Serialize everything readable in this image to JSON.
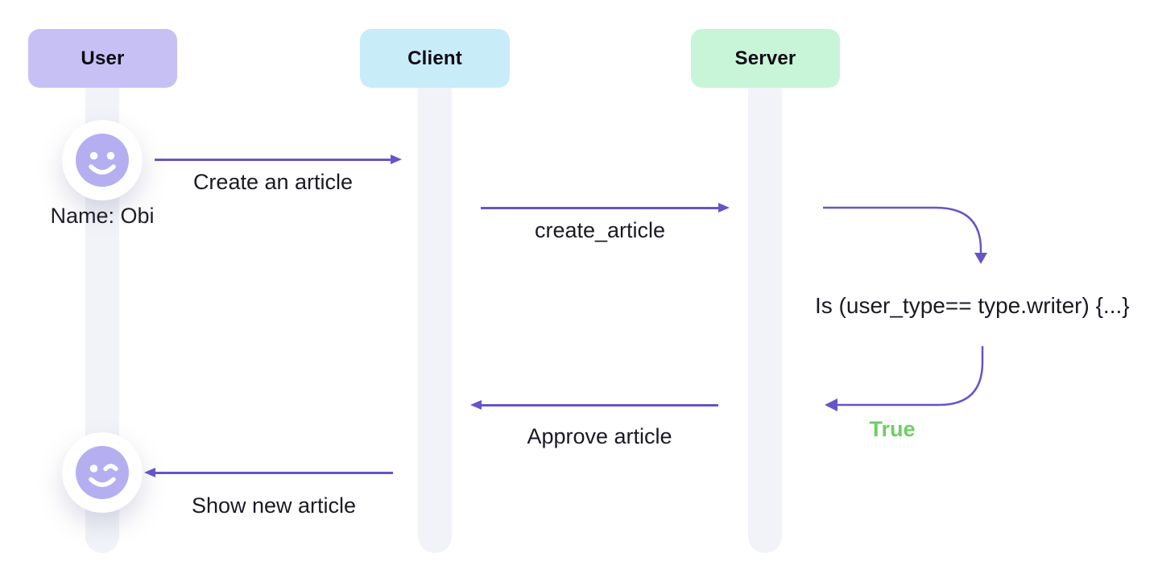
{
  "diagram": {
    "type": "sequence-diagram",
    "colors": {
      "lifeline": "#f1f3f8",
      "arrow": "#6456c8",
      "avatar_face": "#b5aff1",
      "result_green": "#70ce62"
    },
    "actors": [
      {
        "label": "User",
        "color": "#c7c0f5"
      },
      {
        "label": "Client",
        "color": "#c9ecf9"
      },
      {
        "label": "Server",
        "color": "#c8f5d8"
      }
    ],
    "user_annotation": {
      "label": "Name: Obi"
    },
    "icons": {
      "top_avatar": "smiley-face-icon",
      "bottom_avatar": "winking-smiley-face-icon"
    },
    "messages": [
      {
        "label": "Create an article",
        "from": "User",
        "to": "Client"
      },
      {
        "label": "create_article",
        "from": "Client",
        "to": "Server"
      },
      {
        "label": "Approve article",
        "from": "Server",
        "to": "Client"
      },
      {
        "label": "Show new article",
        "from": "Client",
        "to": "User"
      }
    ],
    "server_check": {
      "condition": "Is (user_type== type.writer) {...}",
      "result": "True"
    }
  }
}
